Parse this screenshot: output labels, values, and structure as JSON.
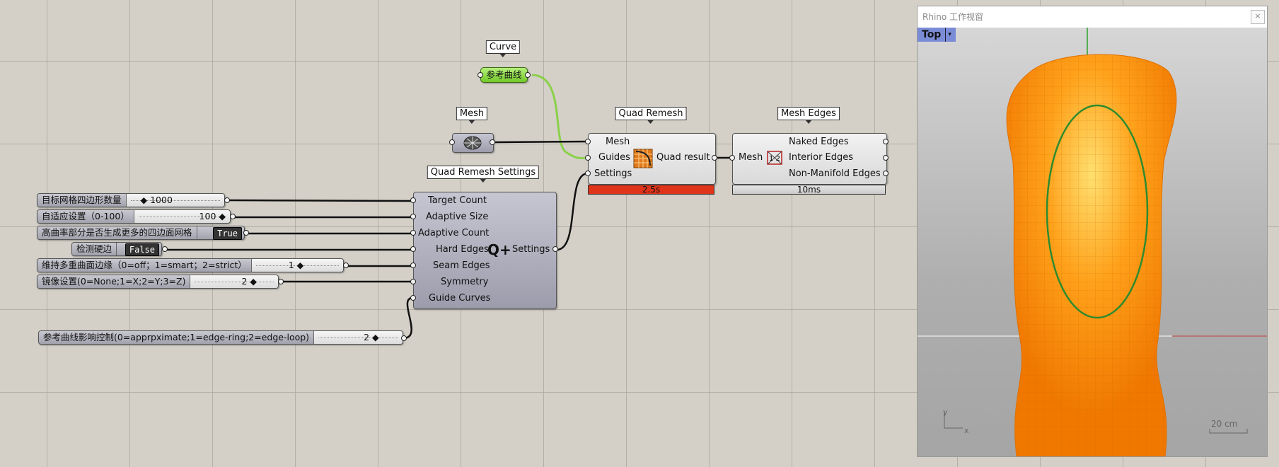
{
  "components": {
    "curve_param": {
      "tag": "Curve",
      "label": "参考曲线"
    },
    "mesh_param": {
      "tag": "Mesh"
    },
    "quad_remesh": {
      "tag": "Quad Remesh",
      "inputs": [
        "Mesh",
        "Guides",
        "Settings"
      ],
      "output": "Quad result",
      "time": "2.5s"
    },
    "mesh_edges": {
      "tag": "Mesh Edges",
      "input": "Mesh",
      "outputs": [
        "Naked Edges",
        "Interior Edges",
        "Non-Manifold Edges"
      ],
      "time": "10ms"
    },
    "qr_settings": {
      "tag": "Quad Remesh Settings",
      "inputs": [
        "Target Count",
        "Adaptive Size",
        "Adaptive Count",
        "Hard Edges",
        "Seam Edges",
        "Symmetry",
        "Guide Curves"
      ],
      "icon_text": "Q+",
      "output": "Settings"
    }
  },
  "sliders": [
    {
      "name": "目标网格四边形数量",
      "value": "1000"
    },
    {
      "name": "自适应设置（0-100）",
      "value": "100"
    },
    {
      "name": "高曲率部分是否生成更多的四边面网格",
      "value": "True"
    },
    {
      "name": "检测硬边",
      "value": "False"
    },
    {
      "name": "维持多重曲面边缘（0=off；1=smart；2=strict）",
      "value": "1"
    },
    {
      "name": "镜像设置(0=None;1=X;2=Y;3=Z)",
      "value": "2"
    },
    {
      "name": "参考曲线影响控制(0=apprpximate;1=edge-ring;2=edge-loop)",
      "value": "2"
    }
  ],
  "viewport": {
    "title": "Rhino 工作视窗",
    "close": "×",
    "view_name": "Top",
    "dropdown": "▾",
    "axis_y": "y",
    "axis_x": "x",
    "scale": "20 cm"
  },
  "colors": {
    "canvas": "#d4d0c8",
    "mesh": "#ff8c00",
    "curve": "#2e8b2e",
    "error_bar": "#e0341a",
    "param_green": "#8ede3c"
  }
}
